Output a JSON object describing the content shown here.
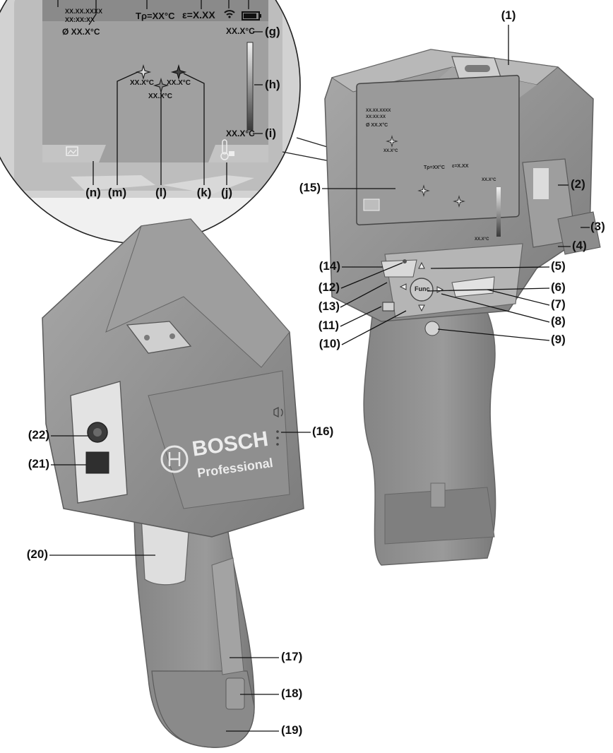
{
  "inset_display": {
    "date": "XX.XX.XXXX",
    "time": "XX:XX:XX",
    "avg_temp": "Ø XX.X°C",
    "reflected_temp": "Tρ=XX°C",
    "emissivity": "ε=X.XX",
    "max_temp": "XX.X°C",
    "min_temp": "XX.X°C",
    "crosshair_temp_1": "XX.X°C",
    "crosshair_temp_2": "XX.X°C",
    "crosshair_temp_3": "XX.X°C"
  },
  "device_screen": {
    "date": "XX.XX.XXXX",
    "time": "XX:XX:XX",
    "avg_temp": "Ø XX.X°C",
    "reflected_temp": "Tρ=XX°C",
    "emissivity": "ε=X.XX",
    "max_temp": "XX.X°C",
    "min_temp": "XX.X°C",
    "crosshair_temp": "XX.X°C",
    "func_button": "Func"
  },
  "brand": {
    "name": "BOSCH",
    "line": "Professional"
  },
  "callouts": {
    "inset": [
      "(g)",
      "(h)",
      "(i)",
      "(n)",
      "(m)",
      "(l)",
      "(k)",
      "(j)"
    ],
    "device": [
      "(1)",
      "(2)",
      "(3)",
      "(4)",
      "(5)",
      "(6)",
      "(7)",
      "(8)",
      "(9)",
      "(10)",
      "(11)",
      "(12)",
      "(13)",
      "(14)",
      "(15)",
      "(16)",
      "(17)",
      "(18)",
      "(19)",
      "(20)",
      "(21)",
      "(22)"
    ]
  },
  "colors": {
    "housing": "#8e8e8e",
    "housing_dark": "#6f6f6f",
    "housing_light": "#b0b0b0",
    "screen": "#9c9c9c",
    "label_text": "#111111"
  }
}
